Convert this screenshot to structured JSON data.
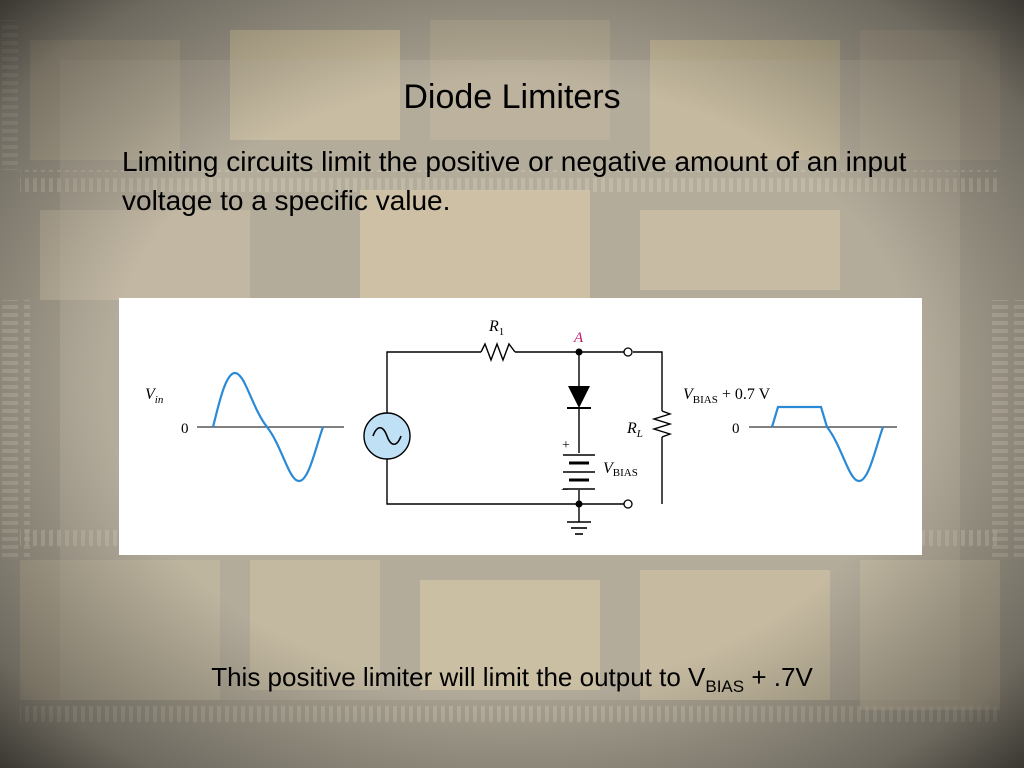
{
  "slide": {
    "title": "Diode Limiters",
    "body": "Limiting circuits limit the positive or negative amount of an input voltage to a specific value.",
    "caption": {
      "prefix": "This positive limiter will limit the output to V",
      "subscript": "BIAS",
      "suffix": " + .7V"
    }
  },
  "diagram": {
    "input_label": {
      "main": "V",
      "sub": "in"
    },
    "input_zero": "0",
    "resistor_label": {
      "main": "R",
      "sub": "1"
    },
    "node_label": "A",
    "load_label": {
      "main": "R",
      "sub": "L"
    },
    "bias_label": {
      "main": "V",
      "sub": "BIAS"
    },
    "plus_sign": "+",
    "minus_sign": "−",
    "output_label": {
      "main": "V",
      "sub": "BIAS",
      "suffix": " + 0.7 V"
    },
    "output_zero": "0",
    "colors": {
      "wave": "#2b8ad6",
      "node_label": "#c0186a",
      "source_fill": "#bfe0f5"
    }
  }
}
